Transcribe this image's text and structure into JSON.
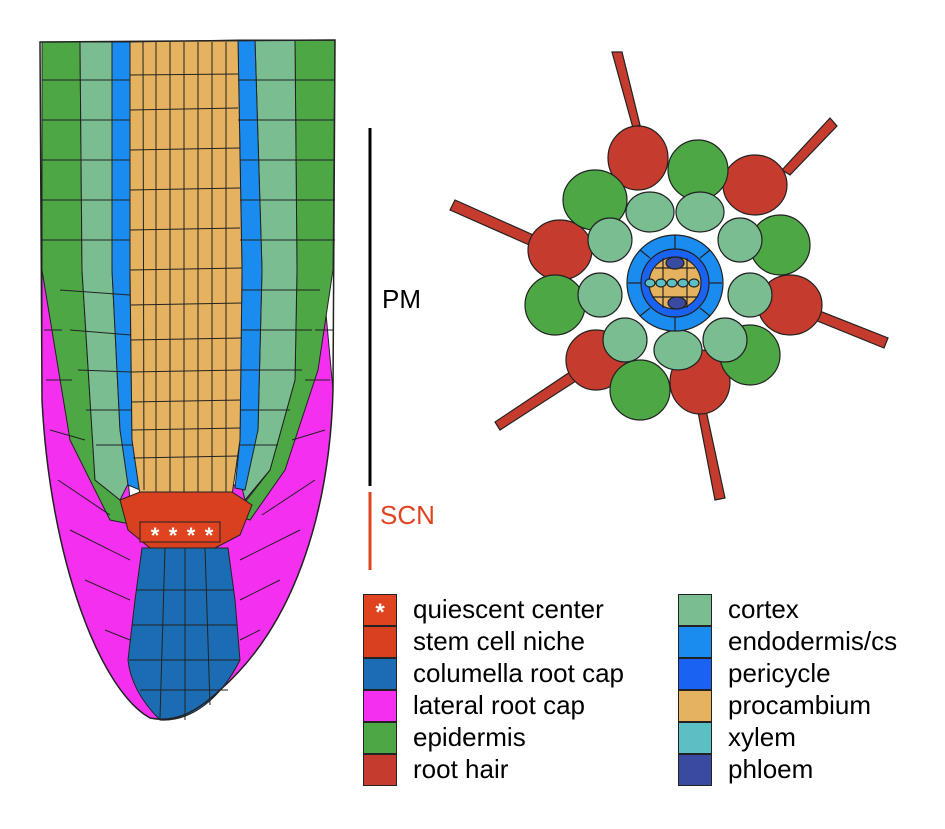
{
  "colors": {
    "quiescent_center": "#e0431f",
    "stem_cell_niche": "#d8401f",
    "columella_root_cap": "#1c6cb3",
    "lateral_root_cap": "#f52ff0",
    "epidermis": "#4ca744",
    "root_hair": "#c53b2d",
    "cortex": "#7abd91",
    "endodermis": "#1a8cf0",
    "pericycle": "#1a63f2",
    "procambium": "#e5b25f",
    "xylem": "#5bbfc4",
    "phloem": "#3a4aa0",
    "pm_bar": "#000000",
    "scn_bar": "#e0431f",
    "outline": "#222222"
  },
  "labels": {
    "pm": "PM",
    "scn": "SCN",
    "qc_marker": "*"
  },
  "legend": {
    "left": [
      {
        "label": "quiescent center",
        "color": "#e0431f",
        "marker": "*"
      },
      {
        "label": "stem cell niche",
        "color": "#d8401f",
        "marker": ""
      },
      {
        "label": "columella root cap",
        "color": "#1c6cb3",
        "marker": ""
      },
      {
        "label": "lateral root cap",
        "color": "#f52ff0",
        "marker": ""
      },
      {
        "label": "epidermis",
        "color": "#4ca744",
        "marker": ""
      },
      {
        "label": "root hair",
        "color": "#c53b2d",
        "marker": ""
      }
    ],
    "right": [
      {
        "label": "cortex",
        "color": "#7abd91",
        "marker": ""
      },
      {
        "label": "endodermis/cs",
        "color": "#1a8cf0",
        "marker": ""
      },
      {
        "label": "pericycle",
        "color": "#1a63f2",
        "marker": ""
      },
      {
        "label": "procambium",
        "color": "#e5b25f",
        "marker": ""
      },
      {
        "label": "xylem",
        "color": "#5bbfc4",
        "marker": ""
      },
      {
        "label": "phloem",
        "color": "#3a4aa0",
        "marker": ""
      }
    ]
  }
}
